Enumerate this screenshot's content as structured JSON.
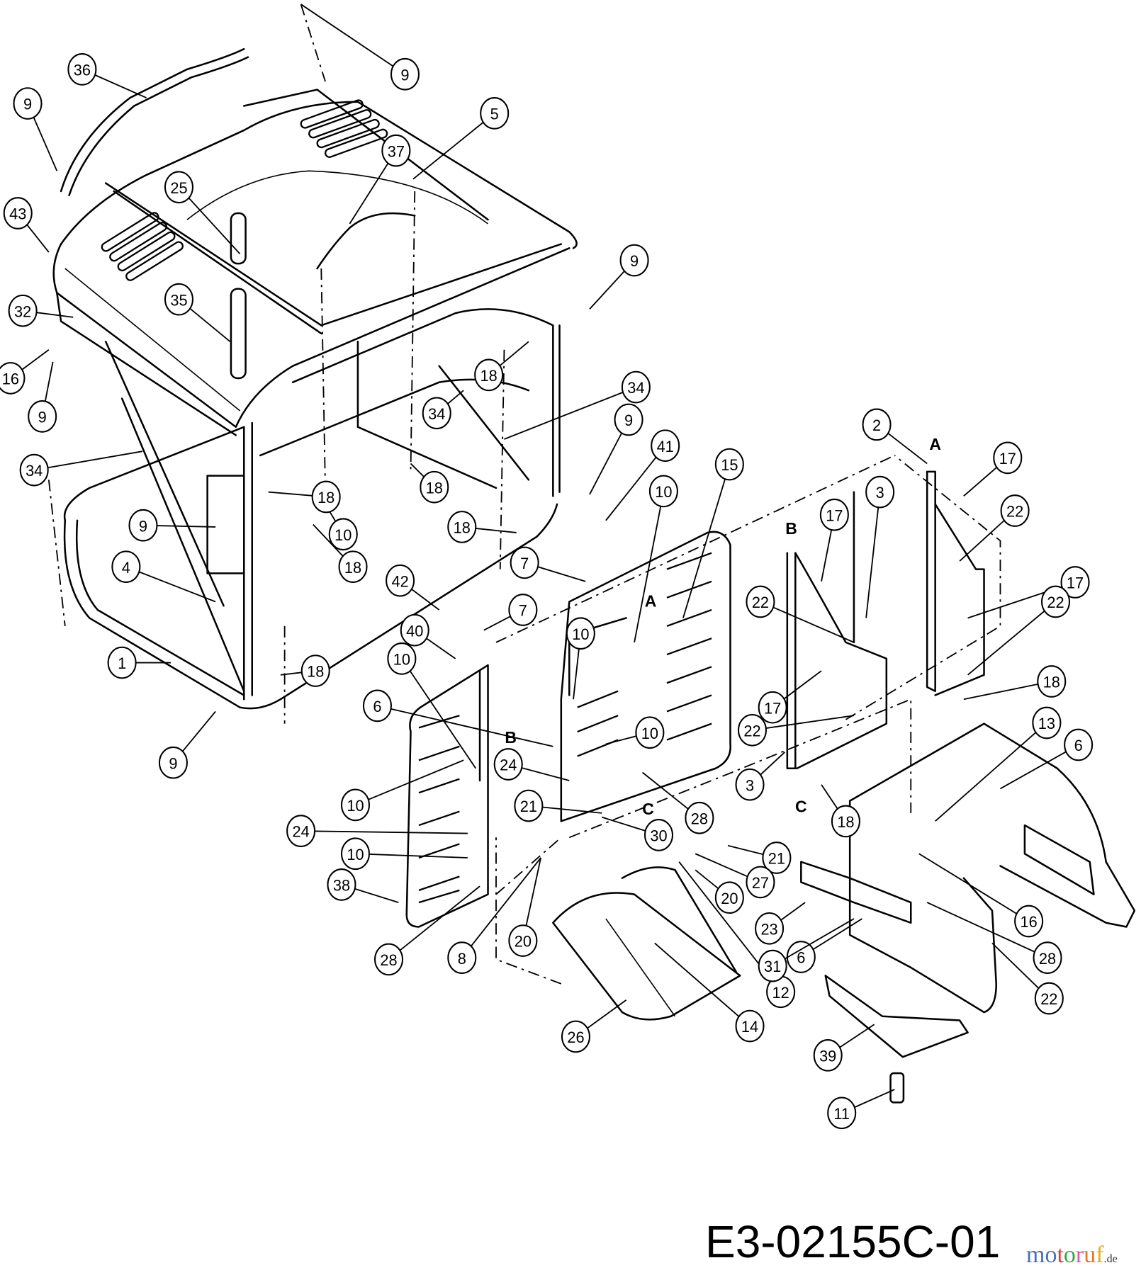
{
  "diagram": {
    "drawing_number": "E3-02155C-01",
    "watermark": "motoruf.de",
    "watermark_parts": [
      "m",
      "o",
      "t",
      "o",
      "r",
      "u",
      "f",
      ".de"
    ],
    "watermark_colors": [
      "#4a6fb5",
      "#4a6fb5",
      "#e03a3a",
      "#3aa34a",
      "#e05aa0",
      "#e0782a",
      "#e0b020",
      "#333333"
    ],
    "section_letters": [
      "A",
      "A",
      "B",
      "B",
      "C",
      "C"
    ],
    "callouts": [
      "1",
      "2",
      "3",
      "3",
      "4",
      "5",
      "6",
      "6",
      "6",
      "7",
      "7",
      "8",
      "9",
      "9",
      "9",
      "9",
      "9",
      "9",
      "9",
      "10",
      "10",
      "10",
      "10",
      "10",
      "10",
      "10",
      "11",
      "12",
      "13",
      "14",
      "15",
      "16",
      "16",
      "17",
      "17",
      "17",
      "17",
      "18",
      "18",
      "18",
      "18",
      "18",
      "18",
      "18",
      "18",
      "20",
      "20",
      "21",
      "21",
      "22",
      "22",
      "22",
      "22",
      "22",
      "23",
      "24",
      "24",
      "25",
      "26",
      "27",
      "28",
      "28",
      "28",
      "30",
      "31",
      "32",
      "34",
      "34",
      "34",
      "35",
      "36",
      "37",
      "38",
      "39",
      "40",
      "41",
      "42",
      "43"
    ]
  }
}
